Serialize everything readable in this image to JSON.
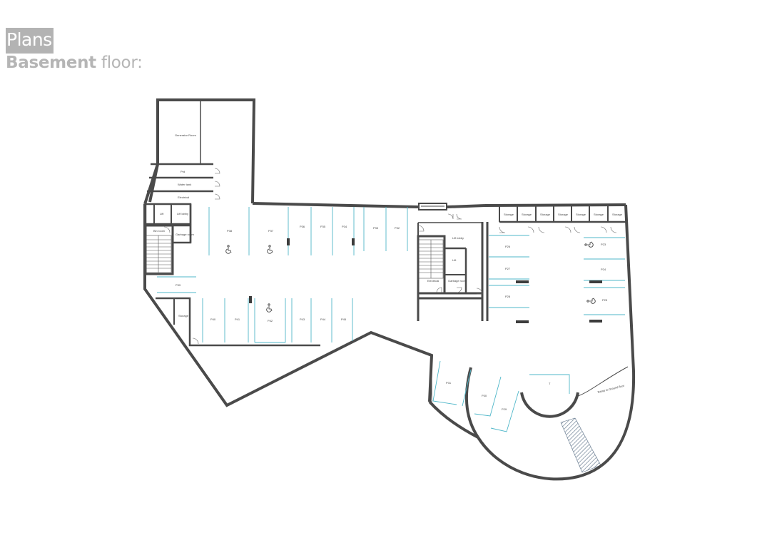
{
  "header": {
    "tag": "Plans",
    "title_bold": "Basement",
    "title_light": "floor:"
  },
  "colors": {
    "wall": "#4a4a4a",
    "bay_line": "#4fb7c9",
    "hatch": "#5a6f86",
    "tag_bg": "#b3b3b3",
    "subtitle": "#b5b5b5"
  },
  "rooms": {
    "generator": "Generator Room",
    "r_a": "Prd",
    "r_b": "Water tank",
    "r_c": "Electrical",
    "lift_left": "Lift",
    "lift_lobby_left": "Lift lobby",
    "bin": "Bin room",
    "garbage": "Garbage room",
    "storage_left": "Storage",
    "lift_lobby_right": "Lift lobby",
    "lift_right": "Lift",
    "electrical_right": "Electrical",
    "garbage_right": "Garbage room",
    "ramp_label": "Ramp to Ground floor",
    "store": "T"
  },
  "storage": [
    "Storage",
    "Storage",
    "Storage",
    "Storage",
    "Storage",
    "Storage",
    "Storage"
  ],
  "bays": {
    "top_row": [
      "P38",
      "P37",
      "P36",
      "P35",
      "P34",
      "P33",
      "P32"
    ],
    "left_side": "P39",
    "bottom_row": [
      "P40",
      "P41",
      "P42",
      "P43",
      "P44",
      "P45"
    ],
    "right_left_col": [
      "P26",
      "P27",
      "P28"
    ],
    "right_right_col": [
      "P23",
      "P24",
      "P25"
    ],
    "curve": [
      "P31",
      "P30",
      "P29"
    ]
  },
  "accessible_icon": "wheelchair-icon"
}
